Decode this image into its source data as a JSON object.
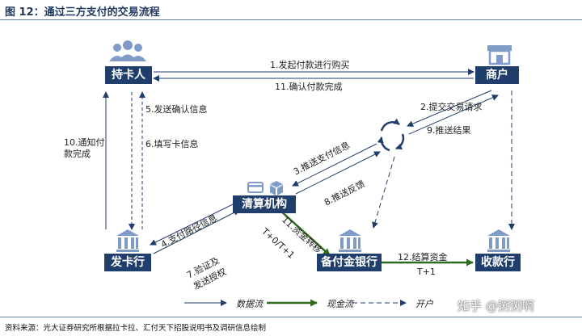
{
  "figure": {
    "title": "图 12：通过三方支付的交易流程",
    "source": "资料来源：光大证券研究所根据拉卡拉、汇付天下招股说明书及调研信息绘制",
    "watermark": "知乎 @粥粥啊"
  },
  "nodes": {
    "cardholder": "持卡人",
    "merchant": "商户",
    "clearing": "清算机构",
    "issuer": "发卡行",
    "reserve_bank": "备付金银行",
    "acquirer": "收款行"
  },
  "steps": {
    "s1": "1.发起付款进行购买",
    "s2": "2.提交交易请求",
    "s3": "3.推送支付信息",
    "s4": "4.支付路径信息",
    "s5": "5.发送确认信息",
    "s6": "6.填写卡信息",
    "s7a": "7.验证及",
    "s7b": "发送授权",
    "s8": "8.推送反馈",
    "s9": "9.推送结果",
    "s10a": "10.通知付",
    "s10b": "款完成",
    "s11a": "11.确认付款完成",
    "s11b": "11.资金转移",
    "s12": "12.结算资金",
    "t1": "T+0/T+1",
    "t2": "T+1"
  },
  "legend": {
    "data_flow": "数据流",
    "cash_flow": "现金流",
    "account": "开户"
  },
  "colors": {
    "box": "#1f3e6b",
    "data_arrow": "#1f3e6b",
    "cash_arrow": "#2e6b1e",
    "account_arrow": "#7a8fb5",
    "icon": "#7f9bc8"
  }
}
